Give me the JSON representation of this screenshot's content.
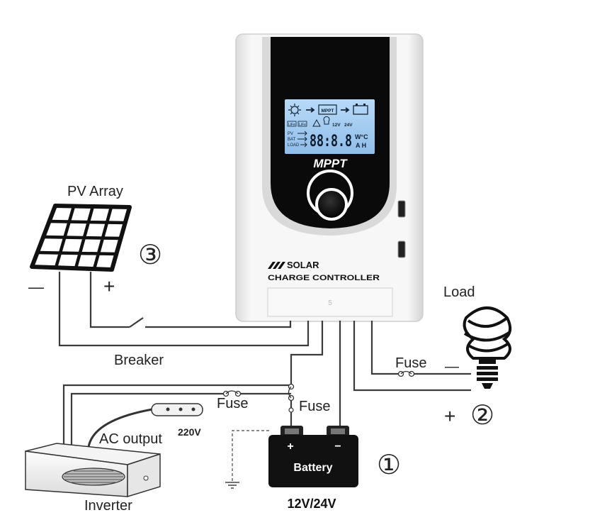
{
  "controller": {
    "lcd": {
      "mppt_box": "MPPT",
      "chem_1": "LiFe",
      "chem_2": "LiFe",
      "volt_12": "12V",
      "volt_24": "24V",
      "row_pv": "PV",
      "row_bat": "BAT",
      "row_load": "LOAD",
      "digits": "88:8.8",
      "unit_top": "W°C",
      "unit_bottom": "A H"
    },
    "brand": "MPPT",
    "title_line1": "SOLAR",
    "title_line2": "CHARGE CONTROLLER",
    "terminal_cover_mark": "5"
  },
  "labels": {
    "pv_array": "PV Array",
    "pv_minus": "—",
    "pv_plus": "+",
    "marker_3": "③",
    "breaker": "Breaker",
    "load": "Load",
    "fuse_load": "Fuse",
    "load_plus": "+",
    "marker_2": "②",
    "fuse_inverter": "Fuse",
    "fuse_battery": "Fuse",
    "ac_output": "AC output",
    "voltage_220": "220V",
    "inverter": "Inverter",
    "battery": "Battery",
    "battery_plus": "+",
    "battery_minus": "−",
    "battery_voltage": "12V/24V",
    "marker_1": "①"
  },
  "colors": {
    "lcd_backlight": "#9ec8f0",
    "controller_face": "#0a0a0a",
    "controller_body": "#f4f4f4",
    "battery_body": "#111111",
    "wire": "#3a3a3a"
  }
}
